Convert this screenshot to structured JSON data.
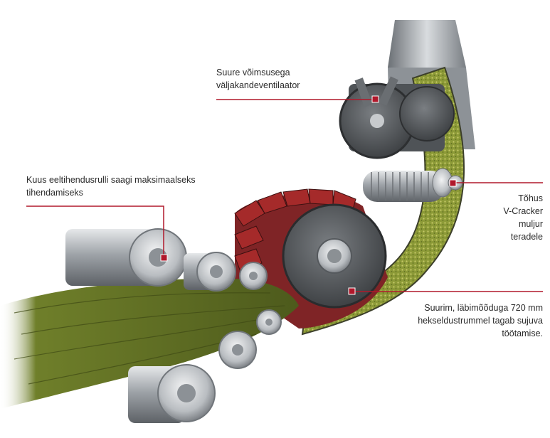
{
  "callouts": {
    "blower": {
      "lines": [
        "Suure võimsusega",
        "väljakandeventilaator"
      ]
    },
    "feed_rolls": {
      "lines": [
        "Kuus eeltihendusrulli saagi maksimaalseks",
        "tihendamiseks"
      ]
    },
    "cracker": {
      "lines": [
        "Tõhus",
        "V-Cracker",
        "muljur",
        "teradele"
      ]
    },
    "drum": {
      "lines": [
        "Suurim, läbimõõduga 720 mm",
        "hekseldustrummel tagab sujuva",
        "töötamise."
      ]
    }
  },
  "colors": {
    "accent_red": "#b0182b",
    "steel": "#a9adb2",
    "crop_green": "#8a9a3a",
    "knife_red": "#a52a2a"
  }
}
